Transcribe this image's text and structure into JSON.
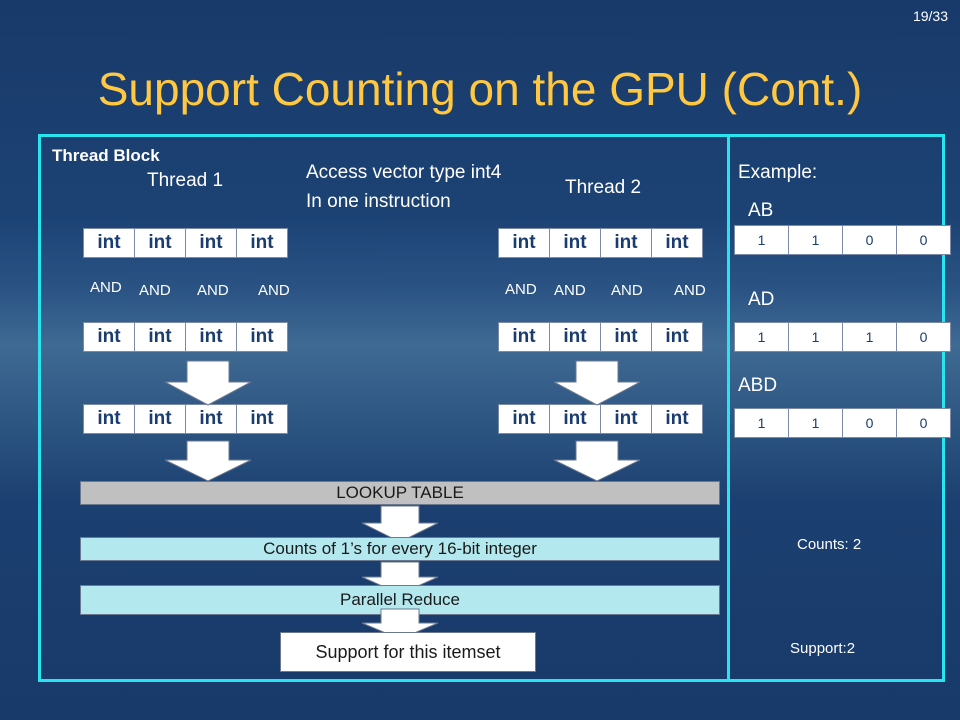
{
  "page_number": "19/33",
  "title": "Support Counting on the GPU (Cont.)",
  "thread_block_label": "Thread Block",
  "thread1_label": "Thread 1",
  "thread2_label": "Thread 2",
  "access_note_line1": "Access vector type int4",
  "access_note_line2": "In one instruction",
  "int_label": "int",
  "and_label": "AND",
  "lookup_table": "LOOKUP TABLE",
  "counts_bar": "Counts of 1’s for every 16-bit integer",
  "parallel_reduce": "Parallel Reduce",
  "support_box": "Support for this itemset",
  "example": {
    "label": "Example:",
    "itemsets": [
      {
        "name": "AB",
        "bits": [
          "1",
          "1",
          "0",
          "0"
        ]
      },
      {
        "name": "AD",
        "bits": [
          "1",
          "1",
          "1",
          "0"
        ]
      },
      {
        "name": "ABD",
        "bits": [
          "1",
          "1",
          "0",
          "0"
        ]
      }
    ],
    "counts": "Counts: 2",
    "support": "Support:2"
  },
  "colors": {
    "title": "#ffc840",
    "frame": "#27e4ef",
    "lookup_bar": "#c0c0c0",
    "counts_bar": "#b3e8ee"
  }
}
